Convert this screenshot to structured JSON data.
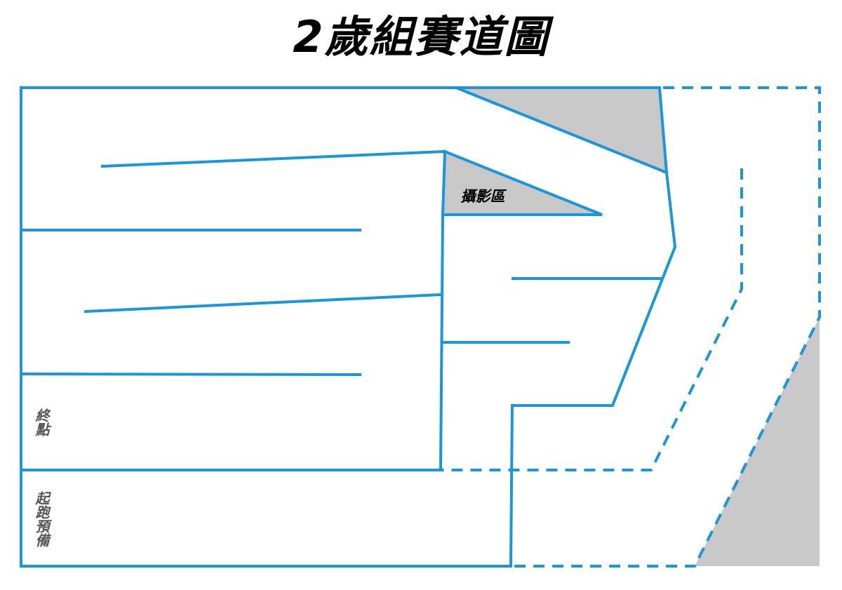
{
  "title": "2歲組賽道圖",
  "labels": {
    "photo_area": "攝影區",
    "finish": "終點",
    "start_prep": "起跑預備"
  },
  "colors": {
    "track_line": "#1a96dc",
    "shade": "#c8c8c8",
    "finish_text": "#555555",
    "title_text": "#000000"
  }
}
